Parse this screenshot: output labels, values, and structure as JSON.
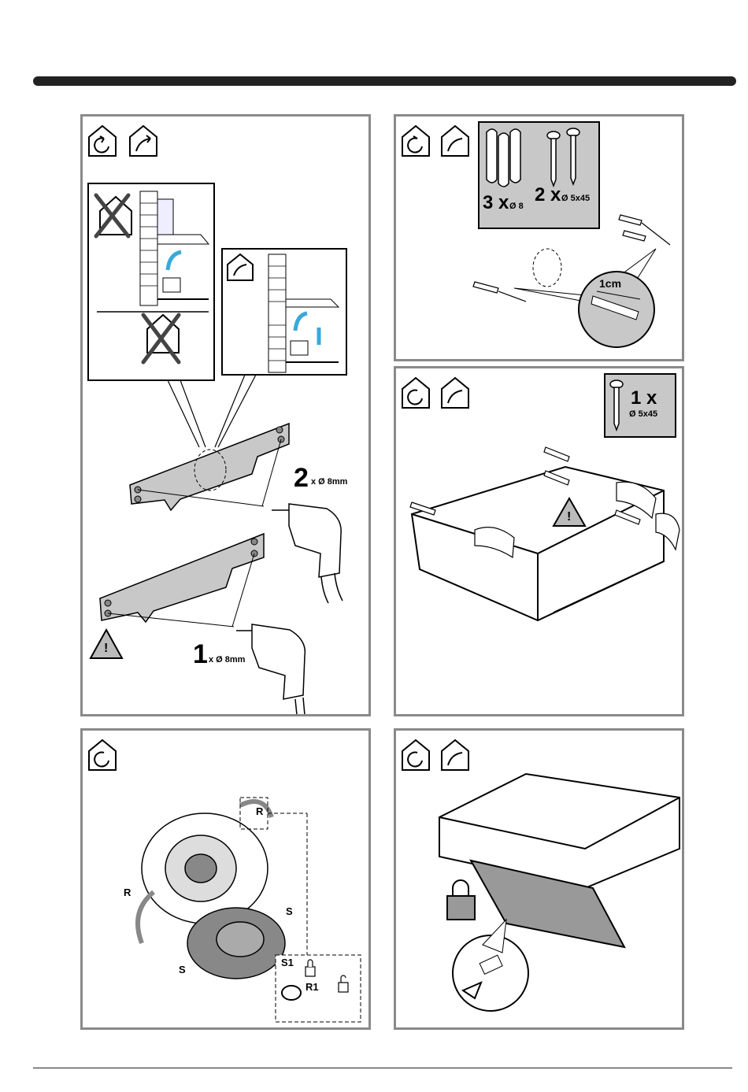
{
  "panel1": {
    "step2_count": "2",
    "step2_spec": "x Ø 8mm",
    "step1_count": "1",
    "step1_spec": "x Ø 8mm",
    "warning": "!"
  },
  "panel2": {
    "plugs_count": "3 x",
    "plugs_spec": "Ø 8",
    "screws_count": "2 x",
    "screws_spec": "Ø 5x45",
    "depth": "1cm"
  },
  "panel3": {
    "screw_count": "1 x",
    "screw_spec": "Ø 5x45",
    "warning": "!"
  },
  "panel4": {
    "label_r_top": "R",
    "label_r_left": "R",
    "label_s_right": "S",
    "label_s_left": "S",
    "label_s1": "S1",
    "label_r1": "R1"
  },
  "icons": [
    "recirculation-house-icon",
    "extraction-house-icon",
    "warning-icon",
    "padlock-icon",
    "drill-icon",
    "screw-icon",
    "wall-plug-icon"
  ]
}
